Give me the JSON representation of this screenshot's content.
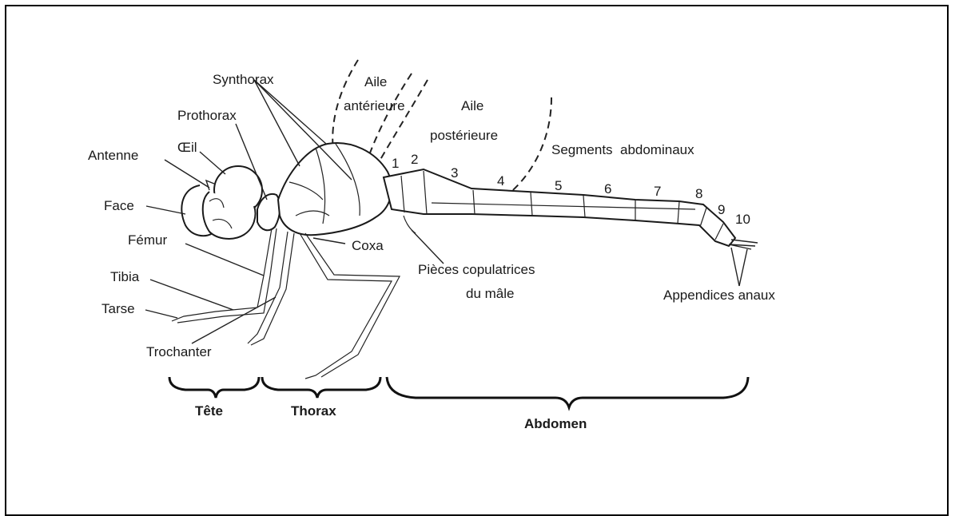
{
  "labels": {
    "synthorax": "Synthorax",
    "aile_anterieure_1": "Aile",
    "aile_anterieure_2": "antérieure",
    "aile_posterieure_1": "Aile",
    "aile_posterieure_2": "postérieure",
    "prothorax": "Prothorax",
    "oeil": "Œil",
    "antenne": "Antenne",
    "face": "Face",
    "femur": "Fémur",
    "tibia": "Tibia",
    "tarse": "Tarse",
    "trochanter": "Trochanter",
    "coxa": "Coxa",
    "segments_abdominaux": "Segments  abdominaux",
    "pieces_copulatrices_1": "Pièces copulatrices",
    "pieces_copulatrices_2": "du mâle",
    "appendices_anaux": "Appendices anaux"
  },
  "segment_numbers": [
    "1",
    "2",
    "3",
    "4",
    "5",
    "6",
    "7",
    "8",
    "9",
    "10"
  ],
  "groups": {
    "tete": "Tête",
    "thorax": "Thorax",
    "abdomen": "Abdomen"
  }
}
